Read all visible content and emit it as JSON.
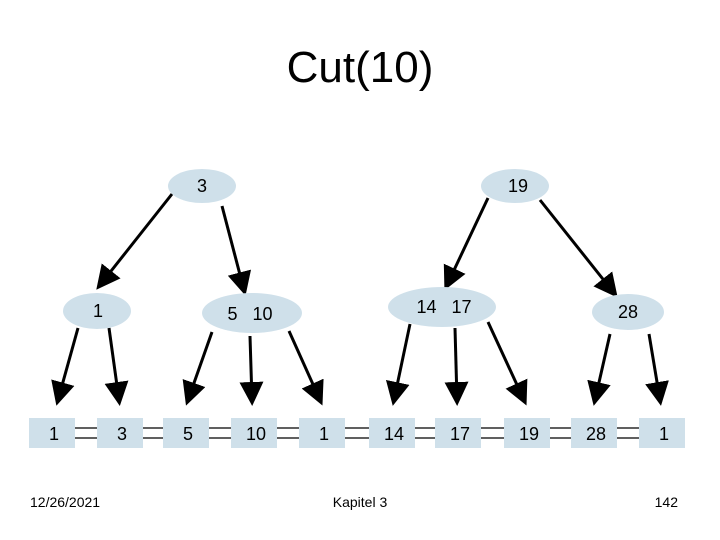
{
  "title": "Cut(10)",
  "inner_nodes": [
    {
      "label": "3"
    },
    {
      "label": "19"
    },
    {
      "label": "1"
    },
    {
      "label": "5   10"
    },
    {
      "label": "14   17"
    },
    {
      "label": "28"
    }
  ],
  "leaves": [
    {
      "label": "1"
    },
    {
      "label": "3"
    },
    {
      "label": "5"
    },
    {
      "label": "10"
    },
    {
      "label": "1"
    },
    {
      "label": "14"
    },
    {
      "label": "17"
    },
    {
      "label": "19"
    },
    {
      "label": "28"
    },
    {
      "label": "1"
    }
  ],
  "footer": {
    "date": "12/26/2021",
    "center": "Kapitel 3",
    "page": "142"
  },
  "colors": {
    "node_fill": "#cfe0ea",
    "line": "#000000"
  }
}
